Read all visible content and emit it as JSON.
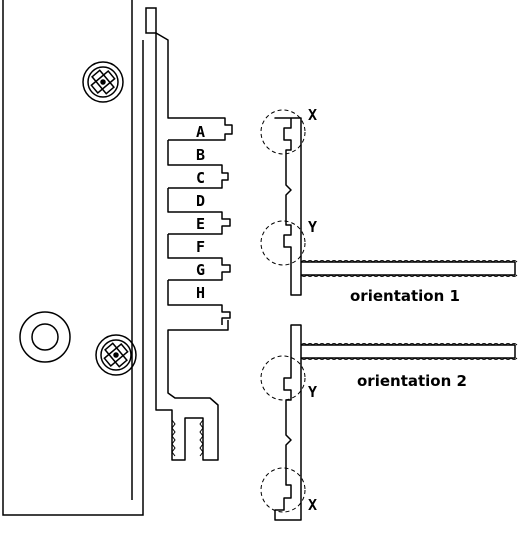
{
  "slot_labels": [
    "A",
    "B",
    "C",
    "D",
    "E",
    "F",
    "G",
    "H"
  ],
  "detail_labels": {
    "o1_top": "X",
    "o1_bottom": "Y",
    "o2_top": "Y",
    "o2_bottom": "X"
  },
  "captions": {
    "orientation_1": "orientation 1",
    "orientation_2": "orientation 2"
  },
  "icons": [
    "phillips-screw-icon",
    "round-standoff-icon"
  ],
  "colors": {
    "line": "#000000",
    "background": "#ffffff"
  }
}
